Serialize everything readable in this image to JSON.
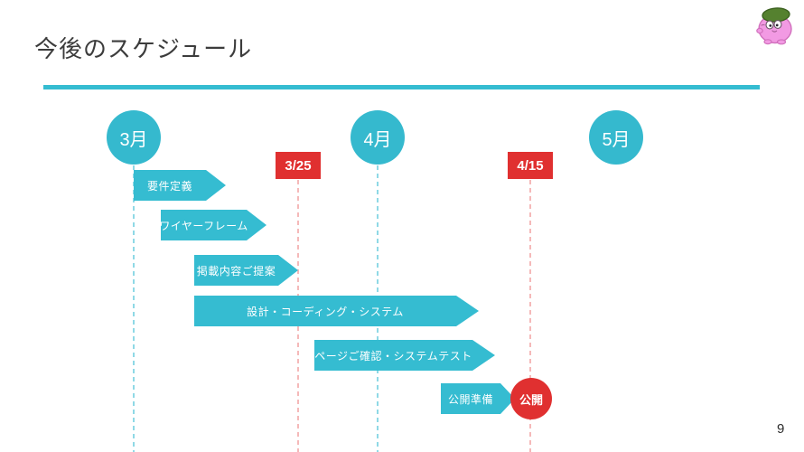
{
  "slide": {
    "title": "今後のスケジュール",
    "page_number": "9"
  },
  "logo": {
    "icon": "pink-mascot-with-green-leaf"
  },
  "colors": {
    "accent_teal": "#35bcd1",
    "month_circle_teal": "#35b9ce",
    "accent_red": "#e03030",
    "teal_dash": "#8fd9e6",
    "pink_dash": "#f5b9b9",
    "title_text": "#3c3c3c",
    "bar_text": "#ffffff"
  },
  "timeline": {
    "months": [
      {
        "label": "3月"
      },
      {
        "label": "4月"
      },
      {
        "label": "5月"
      }
    ],
    "date_markers": [
      {
        "label": "3/25"
      },
      {
        "label": "4/15"
      }
    ],
    "tasks": [
      {
        "label": "要件定義"
      },
      {
        "label": "ワイヤーフレーム"
      },
      {
        "label": "掲載内容ご提案"
      },
      {
        "label": "設計・コーディング・システム"
      },
      {
        "label": "ページご確認・システムテスト"
      },
      {
        "label": "公開準備"
      }
    ],
    "milestone": {
      "label": "公開"
    }
  }
}
